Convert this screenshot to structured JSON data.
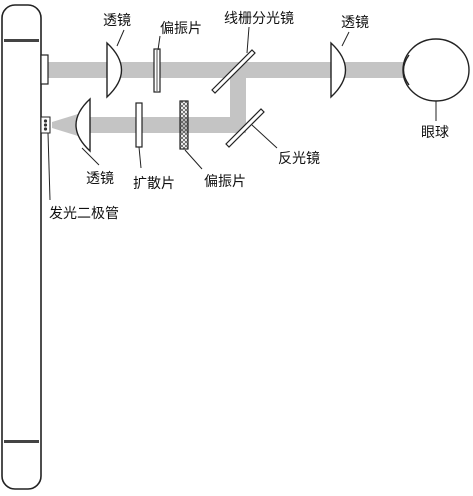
{
  "labels": {
    "lens_top_left": "透镜",
    "polarizer_top": "偏振片",
    "grating_splitter": "线栅分光镜",
    "lens_top_right": "透镜",
    "eyeball": "眼球",
    "lens_bottom": "透镜",
    "diffuser": "扩散片",
    "polarizer_bottom": "偏振片",
    "mirror": "反光镜",
    "led": "发光二极管"
  }
}
